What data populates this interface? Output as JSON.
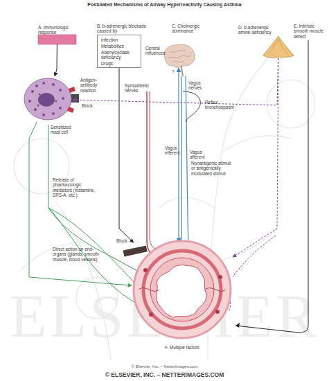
{
  "diagram": {
    "title": "Postulated Mechanisms of Airway Hyperreactivity Causing Asthma",
    "nodes": [
      {
        "text": [
          "A. Immunologic response"
        ]
      },
      {
        "text": [
          "B. b-adrenergic blockade caused by",
          "Infection",
          "Metabolites",
          "Adenylcyclase deficiency",
          "Drugs"
        ]
      },
      {
        "text": [
          "C. Cholinergic dominance",
          "Central influences"
        ]
      },
      {
        "text": [
          "D. b-adrenergic amine deficiency"
        ]
      },
      {
        "text": [
          "Sensitized mast cell"
        ]
      },
      {
        "text": [
          "F. Multiple factors"
        ]
      }
    ],
    "edges": [
      {
        "from": 0,
        "to": 4,
        "arrow": "to"
      },
      {
        "from": 1,
        "to": 5,
        "arrow": "to"
      },
      {
        "from": 2,
        "to": 5,
        "arrow": "both"
      },
      {
        "from": 3,
        "to": 4,
        "arrow": "to"
      },
      {
        "from": 3,
        "to": 5,
        "arrow": "to"
      },
      {
        "from": 4,
        "to": 5,
        "arrow": "to"
      }
    ],
    "labels": [
      "E. Intrinsic smooth muscle defect",
      "?",
      "Antigen-antibody reaction",
      "Block",
      "Sympathetic nerves",
      "Vagus nerves",
      "Reflex bronchospasm",
      "Vagus efferent",
      "Vagus afferent",
      "Nonantigenic stimuli or antigenically modulated stimuli",
      "Release of pharmacologic mediators (histamine, SRS-A, etc.)",
      "Direct action on end-organs (glands, smooth muscle, blood vessels)",
      "Block",
      "© Elsevier, Inc. – NetterImages.com",
      "© ELSEVIER, INC. – NETTERIMAGES.COM",
      "ELSEVIER"
    ]
  }
}
